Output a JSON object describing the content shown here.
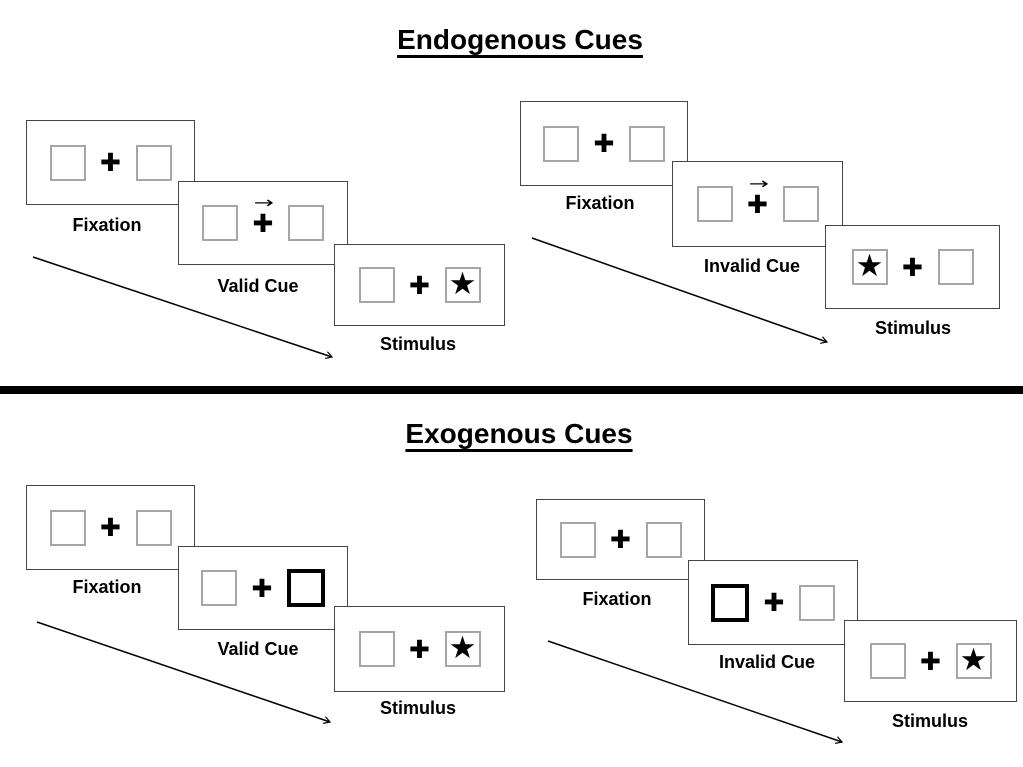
{
  "sections": {
    "endogenous": {
      "title": "Endogenous Cues",
      "valid": {
        "fixation_label": "Fixation",
        "cue_label": "Valid Cue",
        "stimulus_label": "Stimulus",
        "cue_type": "central-arrow-right",
        "star_side": "right"
      },
      "invalid": {
        "fixation_label": "Fixation",
        "cue_label": "Invalid Cue",
        "stimulus_label": "Stimulus",
        "cue_type": "central-arrow-right",
        "star_side": "left"
      }
    },
    "exogenous": {
      "title": "Exogenous Cues",
      "valid": {
        "fixation_label": "Fixation",
        "cue_label": "Valid Cue",
        "stimulus_label": "Stimulus",
        "cue_type": "bold-box-right",
        "star_side": "right"
      },
      "invalid": {
        "fixation_label": "Fixation",
        "cue_label": "Invalid Cue",
        "stimulus_label": "Stimulus",
        "cue_type": "bold-box-left",
        "star_side": "right"
      }
    }
  },
  "glyphs": {
    "fixation_cross": "✚",
    "target_star": "★",
    "cue_arrow": "→"
  },
  "colors": {
    "background": "#ffffff",
    "ink": "#000000",
    "panel_border": "#454545",
    "square_border": "#a6a6a6",
    "divider": "#000000"
  }
}
